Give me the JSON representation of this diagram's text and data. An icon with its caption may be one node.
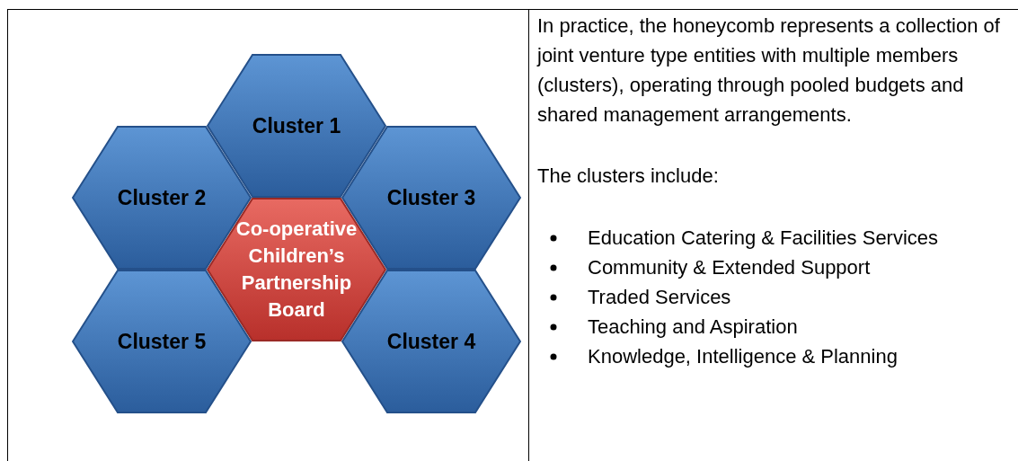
{
  "diagram": {
    "nodes": [
      {
        "text": [
          "Cluster 1"
        ]
      },
      {
        "text": [
          "Cluster 2"
        ]
      },
      {
        "text": [
          "Cluster 3"
        ]
      },
      {
        "text": [
          "Co-operative Children’s Partnership Board"
        ]
      },
      {
        "text": [
          "Cluster 5"
        ]
      },
      {
        "text": [
          "Cluster 4"
        ]
      }
    ],
    "labels": [
      "In practice, the honeycomb represents a collection of joint venture type entities with multiple members (clusters), operating through pooled budgets and shared management arrangements.",
      "The clusters include:",
      "Education Catering & Facilities Services",
      "Community & Extended Support",
      "Traded Services",
      "Teaching and Aspiration",
      "Knowledge, Intelligence & Planning"
    ]
  }
}
